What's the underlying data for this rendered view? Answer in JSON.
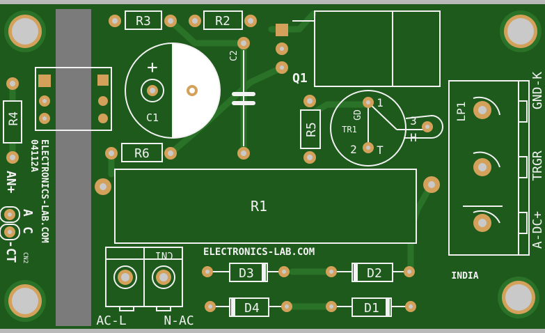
{
  "colors": {
    "board": "#1d5a1c",
    "trace": "#2b7229",
    "silk": "#f2f2f2",
    "copper": "#d4a15a",
    "edge": "#c9c9c9",
    "heatsink": "#7b7b7b"
  },
  "labels": {
    "r1": "R1",
    "r2": "R2",
    "r3": "R3",
    "r4": "R4",
    "r5": "R5",
    "r6": "R6",
    "c1": "C1",
    "c1_plus": "+",
    "c2": "C2",
    "q1": "Q1",
    "tr1": "TR1",
    "tr1_pin1": "1",
    "tr1_pin2": "2",
    "tr1_pin3": "3",
    "tr1_gd": "GD",
    "tr1_t": "T",
    "tr1_h": "H",
    "d1": "D1",
    "d2": "D2",
    "d3": "D3",
    "d4": "D4",
    "lp1": "LP1",
    "cn1": "CN1",
    "cn2": "CN2",
    "an_plus": "AN+",
    "a": "A",
    "c": "C",
    "ct": "-CT",
    "ac_l": "AC-L",
    "n_ac": "N-AC",
    "gnd_k": "GND-K",
    "trgr": "TRGR",
    "a_dc_plus": "A-DC+",
    "india": "INDIA",
    "brand_bottom": "ELECTRONICS-LAB.COM",
    "brand_vertical_1": "ELECTRONICS-LAB.COM",
    "brand_vertical_2": "04112A"
  }
}
